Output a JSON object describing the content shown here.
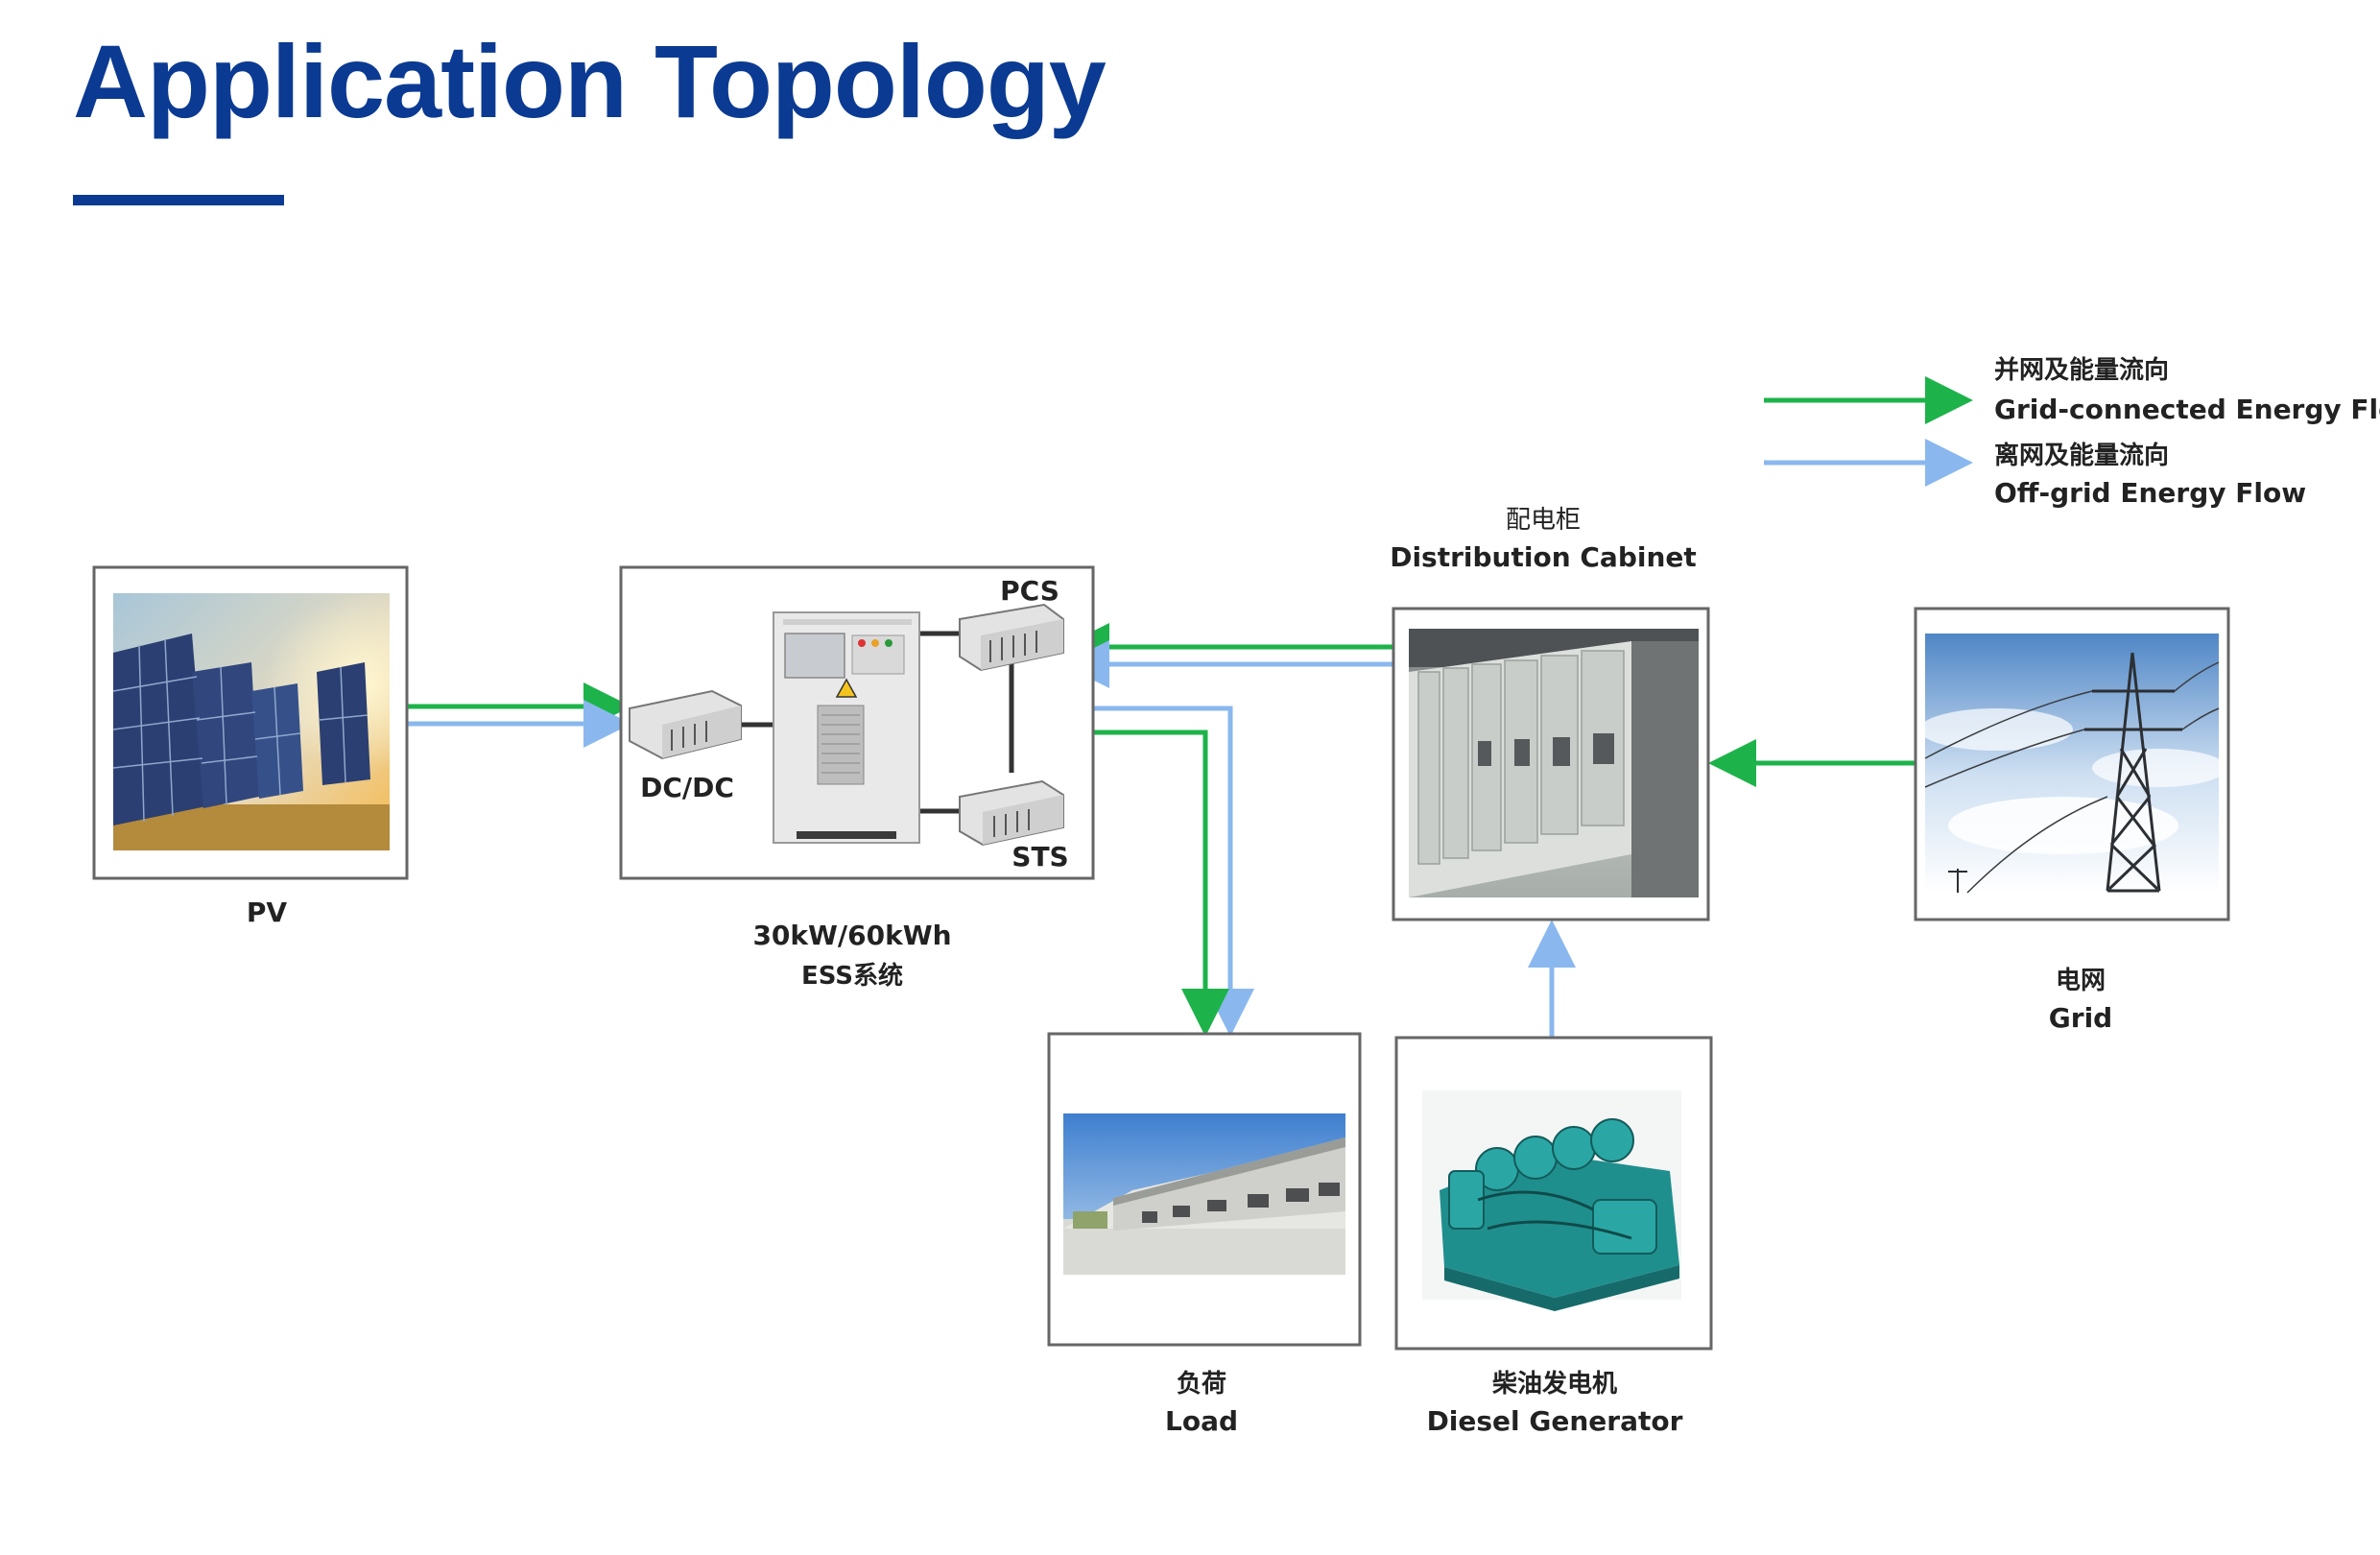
{
  "header": {
    "title": "Application Topology"
  },
  "legend": {
    "grid_cn": "并网及能量流向",
    "grid_en": "Grid-connected Energy Flow",
    "offgrid_cn": "离网及能量流向",
    "offgrid_en": "Off-grid Energy Flow"
  },
  "nodes": {
    "pv": {
      "label": "PV"
    },
    "ess": {
      "line1": "30kW/60kWh",
      "line2": "ESS系统",
      "dcdc": "DC/DC",
      "pcs": "PCS",
      "sts": "STS"
    },
    "cabinet": {
      "cn": "配电柜",
      "en": "Distribution Cabinet"
    },
    "grid": {
      "cn": "电网",
      "en": "Grid"
    },
    "load": {
      "cn": "负荷",
      "en": "Load"
    },
    "diesel": {
      "cn": "柴油发电机",
      "en": "Diesel Generator"
    }
  },
  "colors": {
    "title": "#0b3a92",
    "grid_flow": "#1db34a",
    "offgrid_flow": "#8ab8ee",
    "box_border": "#666666"
  }
}
